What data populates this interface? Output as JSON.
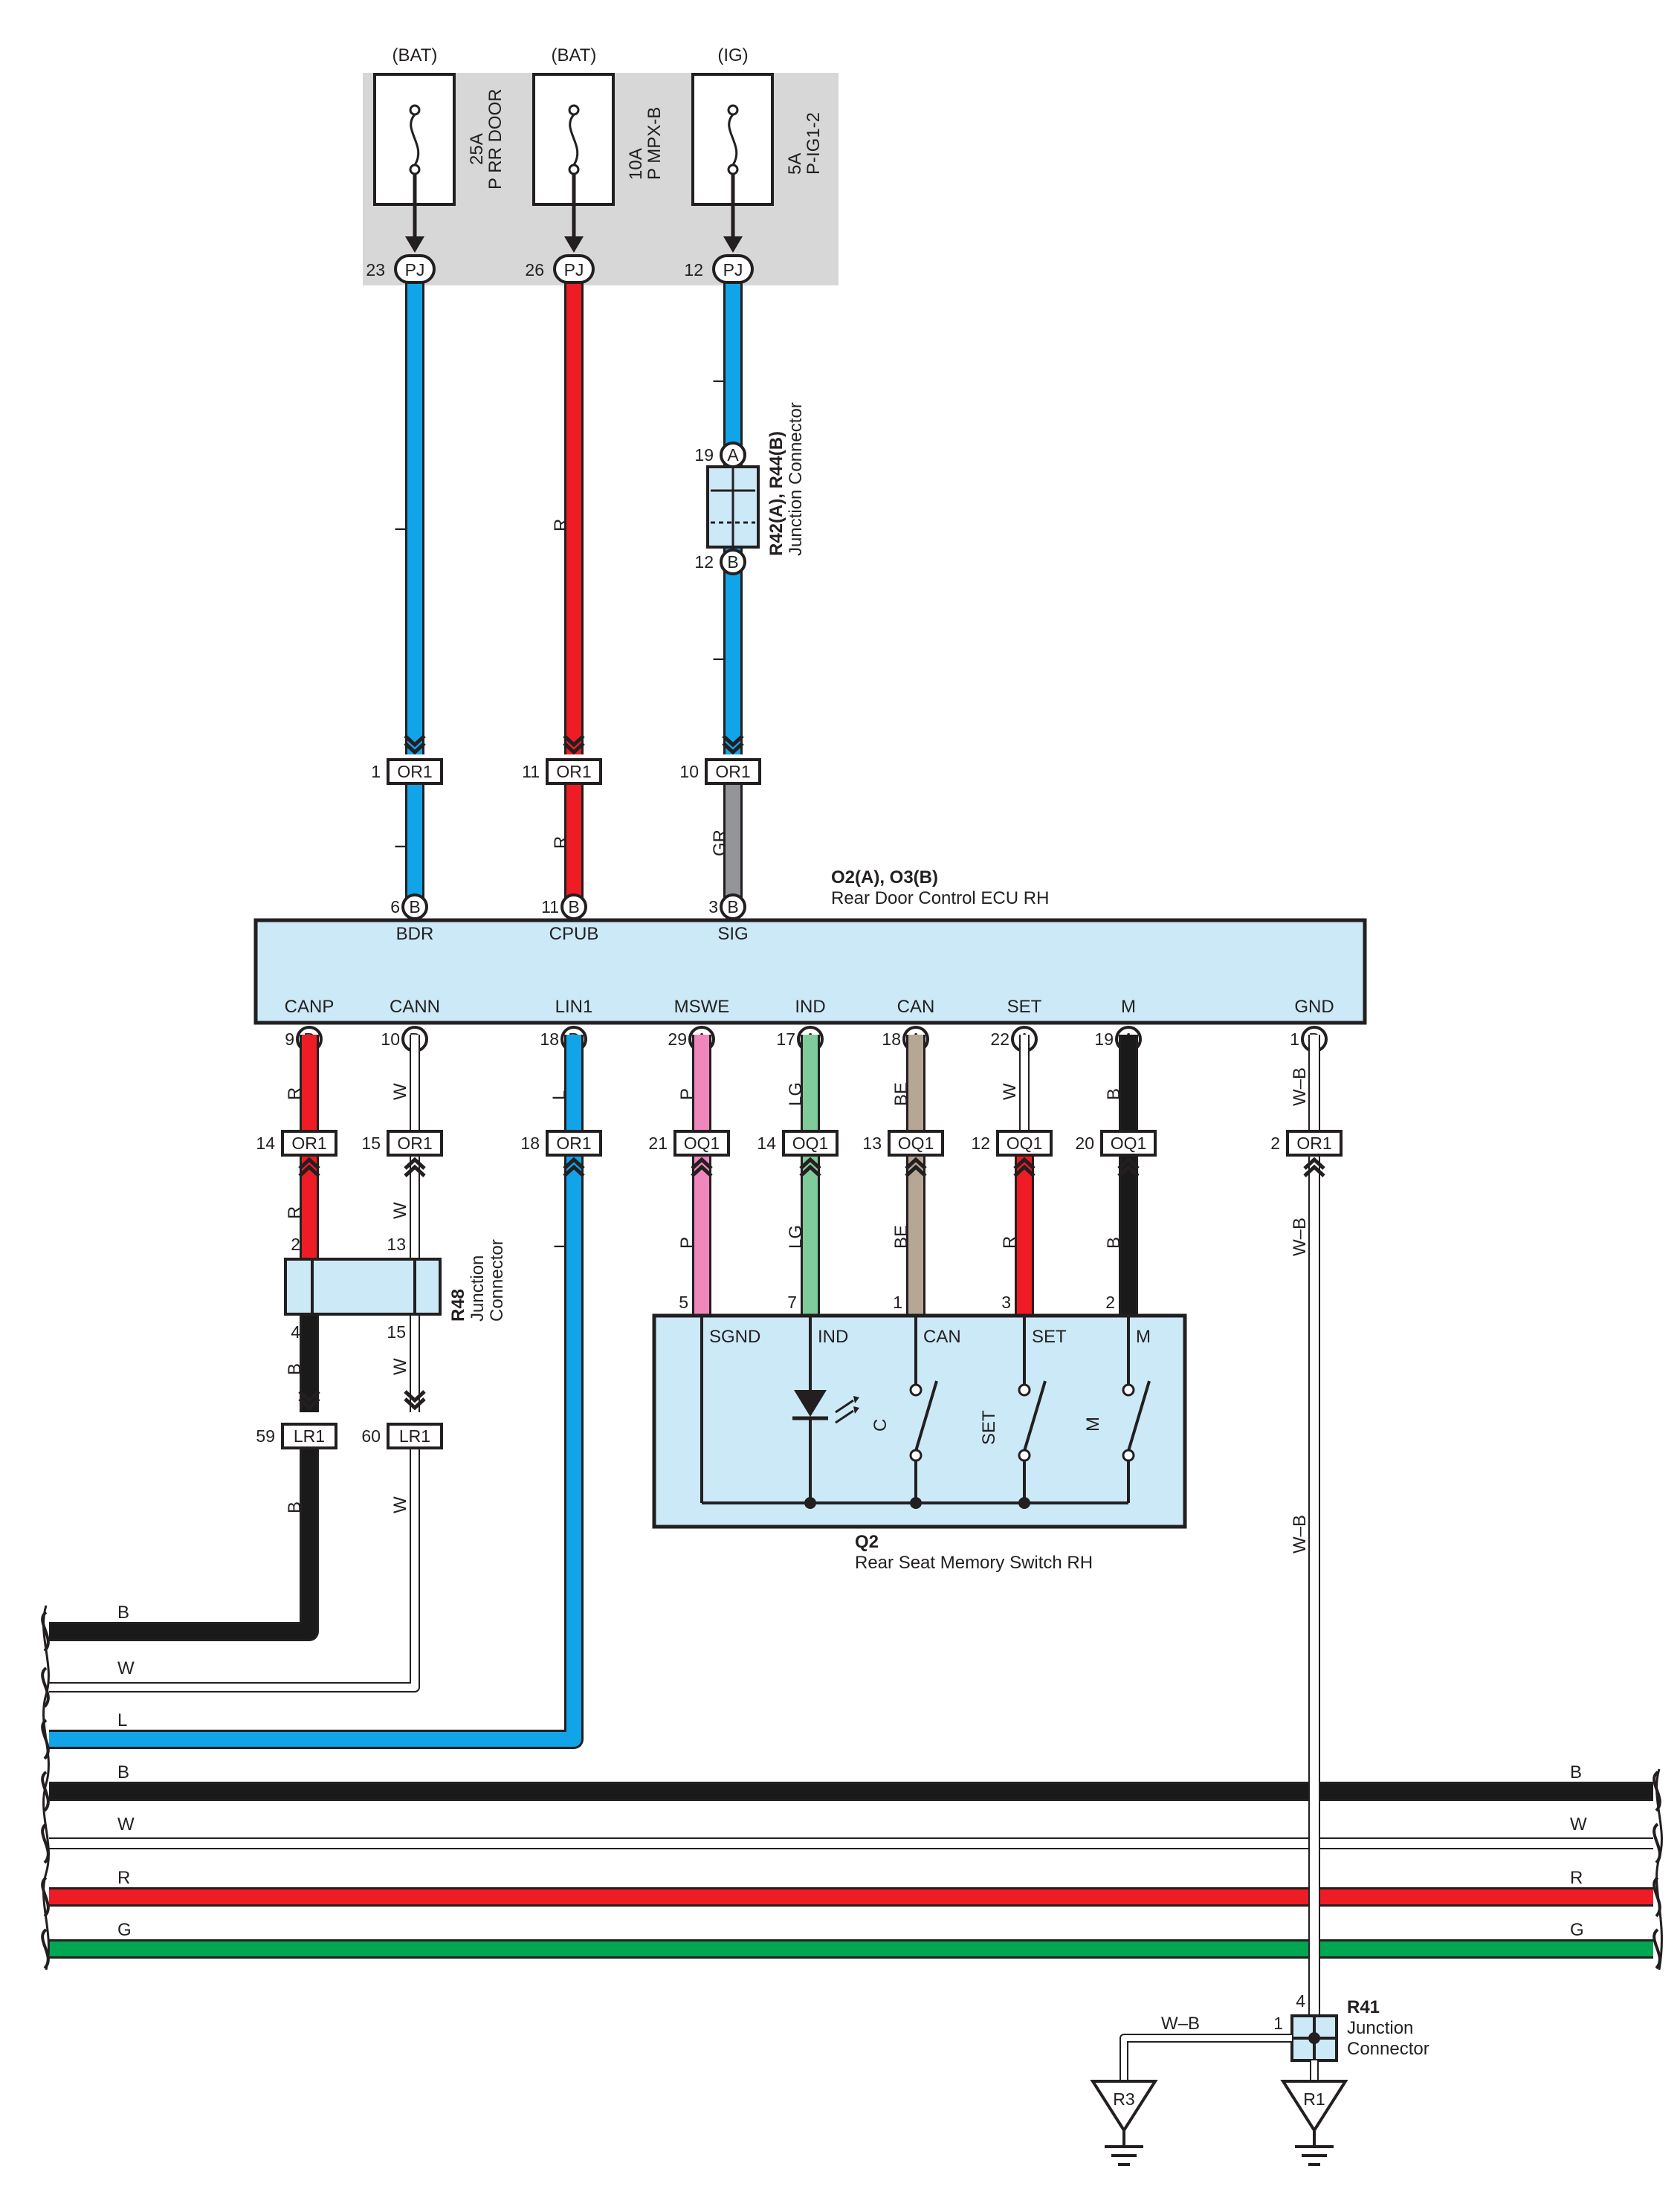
{
  "colors": {
    "L": "#12a4e8",
    "R": "#ee1c25",
    "B": "#1a1a1a",
    "W": "#ffffff",
    "GR": "#939598",
    "P": "#ef87bd",
    "LG": "#7fcb9a",
    "BE": "#b6a696",
    "G": "#00a651",
    "WB": "#ffffff",
    "component_fill": "#cce9f7",
    "fuse_box_fill": "#d7d7d7"
  },
  "fuses": [
    {
      "source": "(BAT)",
      "rating": "25A",
      "name": "P RR DOOR",
      "pin": "23",
      "connector": "PJ"
    },
    {
      "source": "(BAT)",
      "rating": "10A",
      "name": "P MPX-B",
      "pin": "26",
      "connector": "PJ"
    },
    {
      "source": "(IG)",
      "rating": "5A",
      "name": "P-IG1-2",
      "pin": "12",
      "connector": "PJ"
    }
  ],
  "junction_r42": {
    "code": "R42(A), R44(B)",
    "name": "Junction Connector",
    "pin_top": "19",
    "letter_top": "A",
    "pin_bottom": "12",
    "letter_bottom": "B"
  },
  "upper_wires": [
    {
      "color": "L",
      "label_upper": "L",
      "label_lower": "L",
      "or1_pin": "1",
      "connector": "OR1",
      "ecu_pin": "6",
      "ecu_letter": "B",
      "terminal": "BDR"
    },
    {
      "color": "R",
      "label_upper": "R",
      "label_lower": "R",
      "or1_pin": "11",
      "connector": "OR1",
      "ecu_pin": "11",
      "ecu_letter": "B",
      "terminal": "CPUB"
    },
    {
      "color": "L",
      "label_upper": "L",
      "label_mid": "L",
      "label_lower": "GR",
      "or1_pin": "10",
      "connector": "OR1",
      "ecu_pin": "3",
      "ecu_letter": "B",
      "terminal": "SIG"
    }
  ],
  "ecu": {
    "code": "O2(A), O3(B)",
    "name": "Rear Door Control ECU RH"
  },
  "ecu_bottom": [
    {
      "terminal": "CANP",
      "pin": "9",
      "letter": "B",
      "wire": "R",
      "label": "R",
      "conn_pin": "14",
      "conn": "OR1"
    },
    {
      "terminal": "CANN",
      "pin": "10",
      "letter": "B",
      "wire": "W",
      "label": "W",
      "conn_pin": "15",
      "conn": "OR1"
    },
    {
      "terminal": "LIN1",
      "pin": "18",
      "letter": "B",
      "wire": "L",
      "label": "L",
      "conn_pin": "18",
      "conn": "OR1"
    },
    {
      "terminal": "MSWE",
      "pin": "29",
      "letter": "A",
      "wire": "P",
      "label": "P",
      "conn_pin": "21",
      "conn": "OQ1"
    },
    {
      "terminal": "IND",
      "pin": "17",
      "letter": "A",
      "wire": "LG",
      "label": "LG",
      "conn_pin": "14",
      "conn": "OQ1"
    },
    {
      "terminal": "CAN",
      "pin": "18",
      "letter": "A",
      "wire": "BE",
      "label": "BE",
      "conn_pin": "13",
      "conn": "OQ1"
    },
    {
      "terminal": "SET",
      "pin": "22",
      "letter": "A",
      "wire": "W",
      "label": "W",
      "conn_pin": "12",
      "conn": "OQ1"
    },
    {
      "terminal": "M",
      "pin": "19",
      "letter": "A",
      "wire": "B",
      "label": "B",
      "conn_pin": "20",
      "conn": "OQ1"
    },
    {
      "terminal": "GND",
      "pin": "1",
      "letter": "B",
      "wire": "WB",
      "label": "W–B",
      "conn_pin": "2",
      "conn": "OR1"
    }
  ],
  "r48": {
    "code": "R48",
    "name_line1": "Junction",
    "name_line2": "Connector",
    "pin_tl": "2",
    "pin_tr": "13",
    "pin_bl": "4",
    "pin_br": "15"
  },
  "r48_wires": {
    "left_upper": "R",
    "right_upper": "W",
    "left_lower": "B",
    "right_lower": "W"
  },
  "lr1": [
    {
      "pin": "59",
      "conn": "LR1",
      "label": "B"
    },
    {
      "pin": "60",
      "conn": "LR1",
      "label": "W"
    }
  ],
  "lin_lower_label": "L",
  "switch_wires": [
    {
      "pin": "5",
      "label": "P",
      "terminal": "SGND"
    },
    {
      "pin": "7",
      "label": "LG",
      "terminal": "IND"
    },
    {
      "pin": "1",
      "label": "BE",
      "terminal": "CAN"
    },
    {
      "pin": "3",
      "label": "R",
      "terminal": "SET"
    },
    {
      "pin": "2",
      "label": "B",
      "terminal": "M"
    }
  ],
  "switch_labels": {
    "c": "C",
    "set": "SET",
    "m": "M"
  },
  "switch": {
    "code": "Q2",
    "name": "Rear Seat Memory Switch RH"
  },
  "gnd_wire_labels": [
    "W–B",
    "W–B"
  ],
  "bus_left": [
    {
      "label": "B"
    },
    {
      "label": "W"
    },
    {
      "label": "L"
    }
  ],
  "bus_full": [
    {
      "label_left": "B",
      "label_right": "B"
    },
    {
      "label_left": "W",
      "label_right": "W"
    },
    {
      "label_left": "R",
      "label_right": "R"
    },
    {
      "label_left": "G",
      "label_right": "G"
    }
  ],
  "r41": {
    "code": "R41",
    "name_line1": "Junction",
    "name_line2": "Connector",
    "pin_top": "4",
    "pin_left": "1",
    "wire_label": "W–B"
  },
  "grounds": [
    {
      "label": "R3"
    },
    {
      "label": "R1"
    }
  ]
}
